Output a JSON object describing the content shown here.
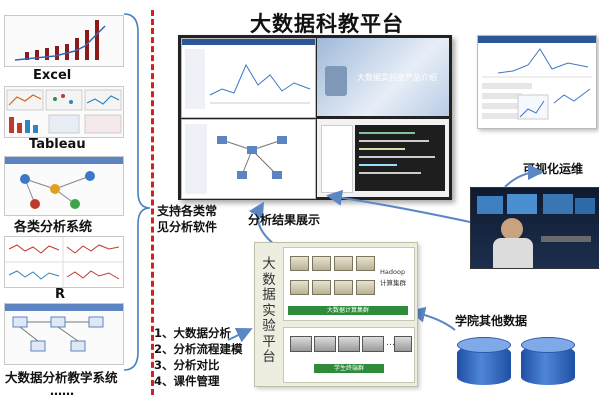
{
  "title": "大数据科教平台",
  "left_column": {
    "labels": [
      "Excel",
      "Tableau",
      "各类分析系统",
      "R",
      "大数据分析教学系统",
      "……"
    ]
  },
  "middle": {
    "support_text": [
      "支持各类常",
      "见分析软件"
    ],
    "features": [
      "1、大数据分析",
      "2、分析流程建模",
      "3、分析对比",
      "4、课件管理"
    ]
  },
  "screen": {
    "slide_title": "大数据实验室产品介绍"
  },
  "labels": {
    "analysis_result": "分析结果展示",
    "visual_ops": "可视化运维",
    "college_data": "学院其他数据"
  },
  "platform": {
    "vertical_title": [
      "大",
      "数",
      "据",
      "实",
      "验",
      "平",
      "台"
    ],
    "cluster_text": [
      "Hadoop",
      "计算集群"
    ],
    "cluster_bar": "大数据计算集群",
    "client_bar": "学生终端群"
  },
  "colors": {
    "divider": "#d62020",
    "bracket": "#4a7fc1",
    "arrow": "#5b87c5",
    "platform_bg": "#eeeee0",
    "green_bar": "#2e8b3a",
    "db_blue": "#2a63b8"
  }
}
